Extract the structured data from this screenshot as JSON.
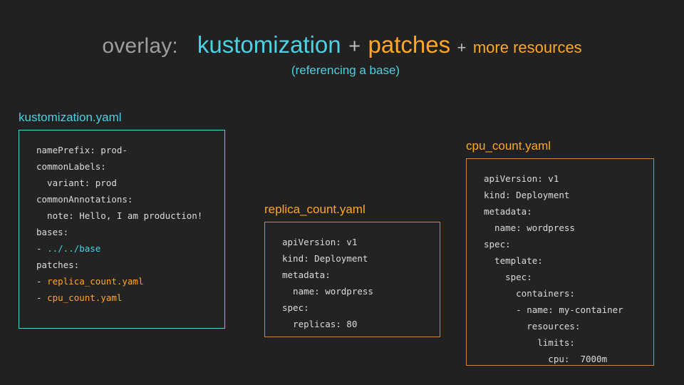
{
  "header": {
    "label_overlay": "overlay:",
    "term_kustomization": "kustomization",
    "plus1": "+",
    "term_patches": "patches",
    "plus2": "+",
    "term_more_resources": "more resources",
    "subtitle": "(referencing a base)",
    "colors": {
      "grey": "#9e9e9e",
      "cyan": "#4dd0e1",
      "orange": "#ffa726",
      "background": "#212121"
    }
  },
  "cards": {
    "kustomization": {
      "title": "kustomization.yaml",
      "accent": "#4dd0e1",
      "lines": [
        [
          {
            "t": "namePrefix: prod-",
            "c": "plain"
          }
        ],
        [
          {
            "t": "commonLabels:",
            "c": "plain"
          }
        ],
        [
          {
            "t": "  variant: prod",
            "c": "plain"
          }
        ],
        [
          {
            "t": "commonAnnotations:",
            "c": "plain"
          }
        ],
        [
          {
            "t": "  note: Hello, I am production!",
            "c": "plain"
          }
        ],
        [
          {
            "t": "bases:",
            "c": "plain"
          }
        ],
        [
          {
            "t": "- ",
            "c": "dash"
          },
          {
            "t": "../../base",
            "c": "cyan"
          }
        ],
        [
          {
            "t": "patches:",
            "c": "plain"
          }
        ],
        [
          {
            "t": "- ",
            "c": "dash"
          },
          {
            "t": "replica_count.yaml",
            "c": "orange"
          }
        ],
        [
          {
            "t": "- ",
            "c": "dash"
          },
          {
            "t": "cpu_count.yaml",
            "c": "orange"
          }
        ]
      ]
    },
    "replica": {
      "title": "replica_count.yaml",
      "accent": "#ffa726",
      "lines": [
        [
          {
            "t": "apiVersion: v1",
            "c": "plain"
          }
        ],
        [
          {
            "t": "kind: Deployment",
            "c": "plain"
          }
        ],
        [
          {
            "t": "metadata:",
            "c": "plain"
          }
        ],
        [
          {
            "t": "  name: wordpress",
            "c": "plain"
          }
        ],
        [
          {
            "t": "spec:",
            "c": "plain"
          }
        ],
        [
          {
            "t": "  replicas: 80",
            "c": "plain"
          }
        ]
      ]
    },
    "cpu": {
      "title": "cpu_count.yaml",
      "accent": "#ffa726",
      "lines": [
        [
          {
            "t": "apiVersion: v1",
            "c": "plain"
          }
        ],
        [
          {
            "t": "kind: Deployment",
            "c": "plain"
          }
        ],
        [
          {
            "t": "metadata:",
            "c": "plain"
          }
        ],
        [
          {
            "t": "  name: wordpress",
            "c": "plain"
          }
        ],
        [
          {
            "t": "spec:",
            "c": "plain"
          }
        ],
        [
          {
            "t": "  template:",
            "c": "plain"
          }
        ],
        [
          {
            "t": "    spec:",
            "c": "plain"
          }
        ],
        [
          {
            "t": "      containers:",
            "c": "plain"
          }
        ],
        [
          {
            "t": "      - name: my-container",
            "c": "plain"
          }
        ],
        [
          {
            "t": "        resources:",
            "c": "plain"
          }
        ],
        [
          {
            "t": "          limits:",
            "c": "plain"
          }
        ],
        [
          {
            "t": "            cpu:  7000m",
            "c": "plain"
          }
        ]
      ]
    }
  }
}
